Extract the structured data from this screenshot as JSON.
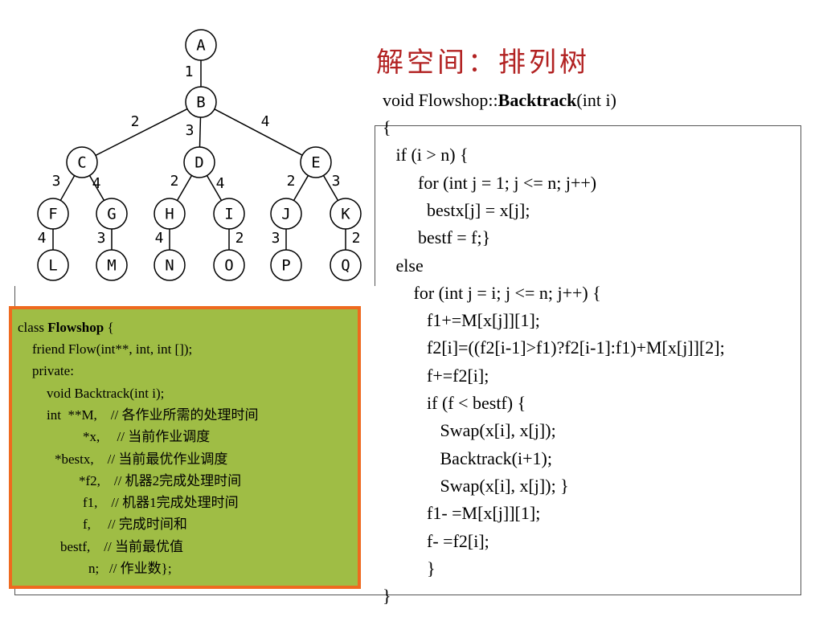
{
  "title": "解空间：排列树",
  "tree": {
    "nodes": [
      {
        "id": "A",
        "label": "A"
      },
      {
        "id": "B",
        "label": "B"
      },
      {
        "id": "C",
        "label": "C"
      },
      {
        "id": "D",
        "label": "D"
      },
      {
        "id": "E",
        "label": "E"
      },
      {
        "id": "F",
        "label": "F"
      },
      {
        "id": "G",
        "label": "G"
      },
      {
        "id": "H",
        "label": "H"
      },
      {
        "id": "I",
        "label": "I"
      },
      {
        "id": "J",
        "label": "J"
      },
      {
        "id": "K",
        "label": "K"
      },
      {
        "id": "L",
        "label": "L"
      },
      {
        "id": "M",
        "label": "M"
      },
      {
        "id": "N",
        "label": "N"
      },
      {
        "id": "O",
        "label": "O"
      },
      {
        "id": "P",
        "label": "P"
      },
      {
        "id": "Q",
        "label": "Q"
      }
    ],
    "edges": [
      {
        "from": "A",
        "to": "B",
        "label": "1"
      },
      {
        "from": "B",
        "to": "C",
        "label": "2"
      },
      {
        "from": "B",
        "to": "D",
        "label": "3"
      },
      {
        "from": "B",
        "to": "E",
        "label": "4"
      },
      {
        "from": "C",
        "to": "F",
        "label": "3"
      },
      {
        "from": "C",
        "to": "G",
        "label": "4"
      },
      {
        "from": "D",
        "to": "H",
        "label": "2"
      },
      {
        "from": "D",
        "to": "I",
        "label": "4"
      },
      {
        "from": "E",
        "to": "J",
        "label": "2"
      },
      {
        "from": "E",
        "to": "K",
        "label": "3"
      },
      {
        "from": "F",
        "to": "L",
        "label": "4"
      },
      {
        "from": "G",
        "to": "M",
        "label": "3"
      },
      {
        "from": "H",
        "to": "N",
        "label": "4"
      },
      {
        "from": "I",
        "to": "O",
        "label": "2"
      },
      {
        "from": "J",
        "to": "P",
        "label": "3"
      },
      {
        "from": "K",
        "to": "Q",
        "label": "2"
      }
    ]
  },
  "code": {
    "signature_prefix": "void Flowshop::",
    "signature_bold": "Backtrack",
    "signature_suffix": "(int i)",
    "lines": [
      "{",
      "   if (i > n) {",
      "        for (int j = 1; j <= n; j++)",
      "          bestx[j] = x[j];",
      "        bestf = f;}",
      "   else",
      "       for (int j = i; j <= n; j++) {",
      "          f1+=M[x[j]][1];",
      "          f2[i]=((f2[i-1]>f1)?f2[i-1]:f1)+M[x[j]][2];",
      "          f+=f2[i];",
      "          if (f < bestf) {",
      "             Swap(x[i], x[j]);",
      "             Backtrack(i+1);",
      "             Swap(x[i], x[j]); }",
      "          f1- =M[x[j]][1];",
      "          f- =f2[i];",
      "          }",
      "}"
    ]
  },
  "class_box": {
    "line1_prefix": "class ",
    "line1_bold": "Flowshop",
    "line1_suffix": " {",
    "lines": [
      "friend Flow(int**, int, int []);",
      "private:",
      "void Backtrack(int i);",
      "int  **M,    // 各作业所需的处理时间",
      "*x,     // 当前作业调度",
      "*bestx,    // 当前最优作业调度",
      "*f2,    // 机器2完成处理时间",
      "f1,    // 机器1完成处理时间",
      "f,     // 完成时间和",
      "bestf,    // 当前最优值",
      "n;   // 作业数};"
    ]
  },
  "colors": {
    "title": "#b22222",
    "box_fill": "#9fbd45",
    "box_border": "#ee6a1f"
  }
}
